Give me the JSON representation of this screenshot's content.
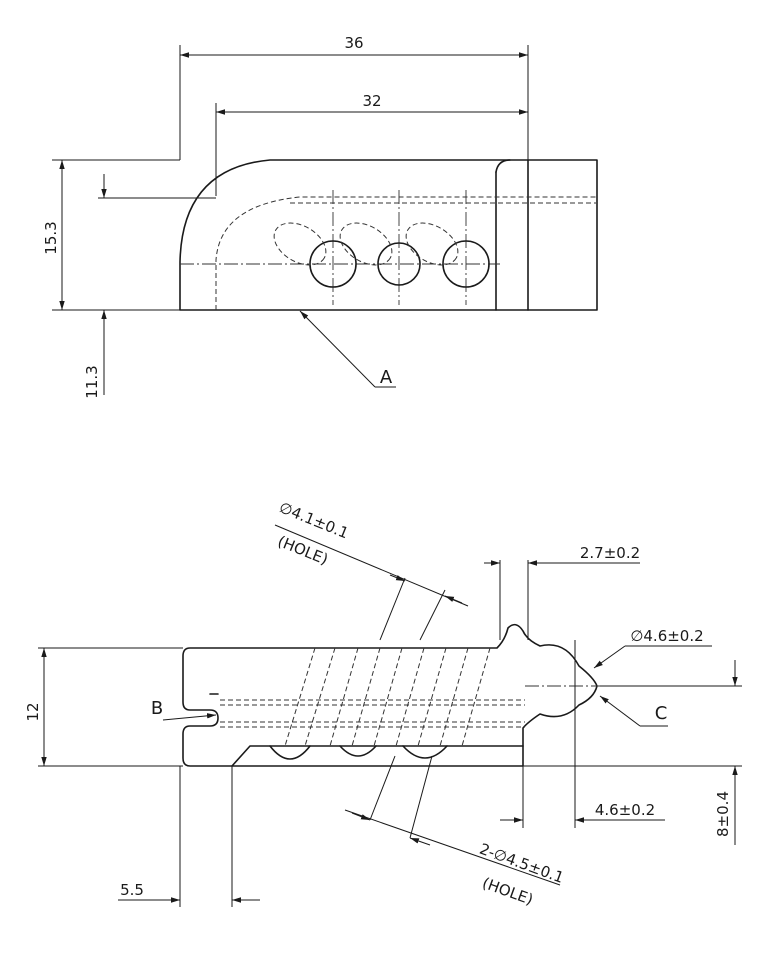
{
  "top_view": {
    "dim_width_overall": "36",
    "dim_width_inner": "32",
    "dim_height": "15.3",
    "dim_offset": "11.3",
    "label_a": "A"
  },
  "front_view": {
    "dim_height": "12",
    "dim_slot_depth": "5.5",
    "dim_neck_width": "2.7±0.2",
    "dim_tip_diameter": "∅4.6±0.2",
    "dim_tip_offset": "4.6±0.2",
    "dim_vertical_offset": "8±0.4",
    "hole_small_line1": "∅4.1±0.1",
    "hole_small_line2": "(HOLE)",
    "hole_large_line1": "2-∅4.5±0.1",
    "hole_large_line2": "(HOLE)",
    "label_b": "B",
    "label_c": "C"
  }
}
